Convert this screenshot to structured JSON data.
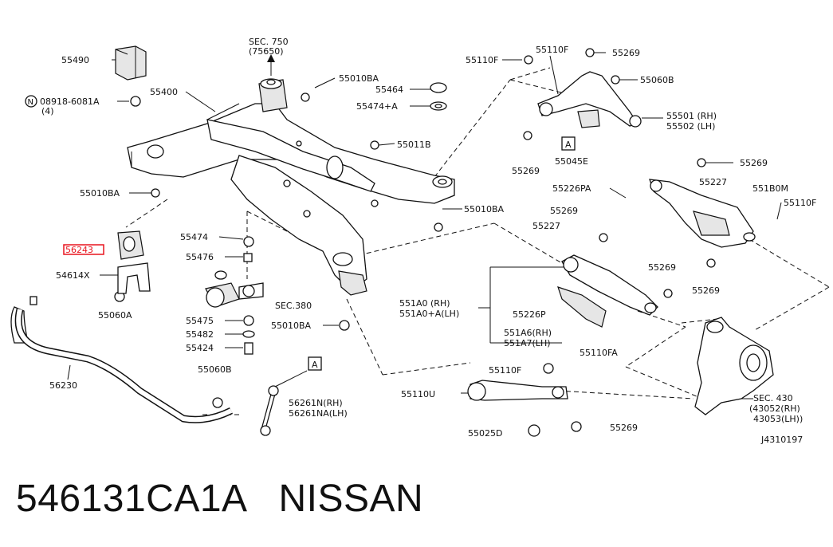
{
  "diagram": {
    "labels": {
      "sec750": "SEC. 750",
      "sec750sub": "(75650)",
      "p55490": "55490",
      "p08918": "08918-6081A",
      "p08918qty": "(4)",
      "p55400": "55400",
      "p55010BA_1": "55010BA",
      "p55464": "55464",
      "p55474A": "55474+A",
      "p55011B": "55011B",
      "p55010BA_2": "55010BA",
      "p55010BA_3": "55010BA",
      "p56243": "56243",
      "p54614X": "54614X",
      "p55060A": "55060A",
      "p55474": "55474",
      "p55476": "55476",
      "sec380": "SEC.380",
      "p55475": "55475",
      "p55482": "55482",
      "p55424": "55424",
      "p55010BA_4": "55010BA",
      "p56230": "56230",
      "p55060B_1": "55060B",
      "p56261N": "56261N(RH)",
      "p56261NA": "56261NA(LH)",
      "refA_1": "A",
      "p55110F_1": "55110F",
      "p55110F_2": "55110F",
      "p55269_1": "55269",
      "p55060B_2": "55060B",
      "p55501": "55501 (RH)",
      "p55502": "55502 (LH)",
      "refA_2": "A",
      "p55269_2": "55269",
      "p55045E": "55045E",
      "p55269_3": "55269",
      "p55227_1": "55227",
      "p55226PA": "55226PA",
      "p551B0M": "551B0M",
      "p55110F_3": "55110F",
      "p55269_4": "55269",
      "p55227_2": "55227",
      "p55269_5": "55269",
      "p55269_6": "55269",
      "p551A0": "551A0 (RH)",
      "p551A0A": "551A0+A(LH)",
      "p55226P": "55226P",
      "p551A6": "551A6(RH)",
      "p551A7": "551A7(LH)",
      "p55110FA": "55110FA",
      "p55110F_4": "55110F",
      "p55110U": "55110U",
      "p55025D": "55025D",
      "p55269_7": "55269",
      "sec430": "SEC. 430",
      "p43052": "(43052(RH)",
      "p43053": "43053(LH))",
      "ref": "J4310197"
    },
    "highlight_color": "#e8141e"
  },
  "caption": {
    "part_number": "546131CA1A",
    "brand": "NISSAN"
  }
}
